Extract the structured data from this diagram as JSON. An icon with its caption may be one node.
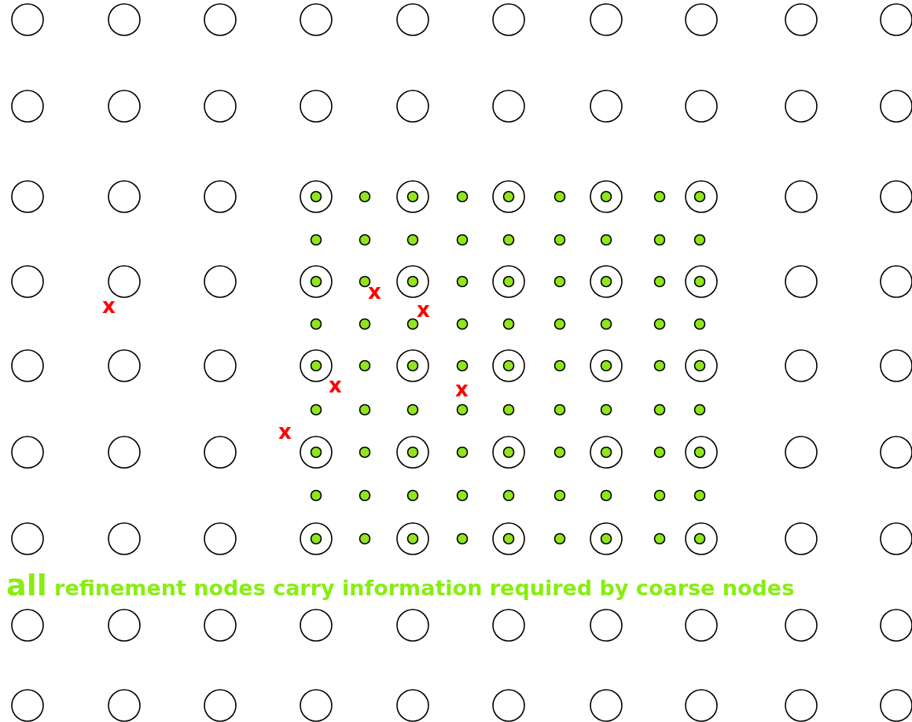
{
  "diagram": {
    "labels": [
      "x",
      "x",
      "x",
      "x",
      "x",
      "x",
      "all refinement nodes carry information required by coarse nodes"
    ]
  }
}
